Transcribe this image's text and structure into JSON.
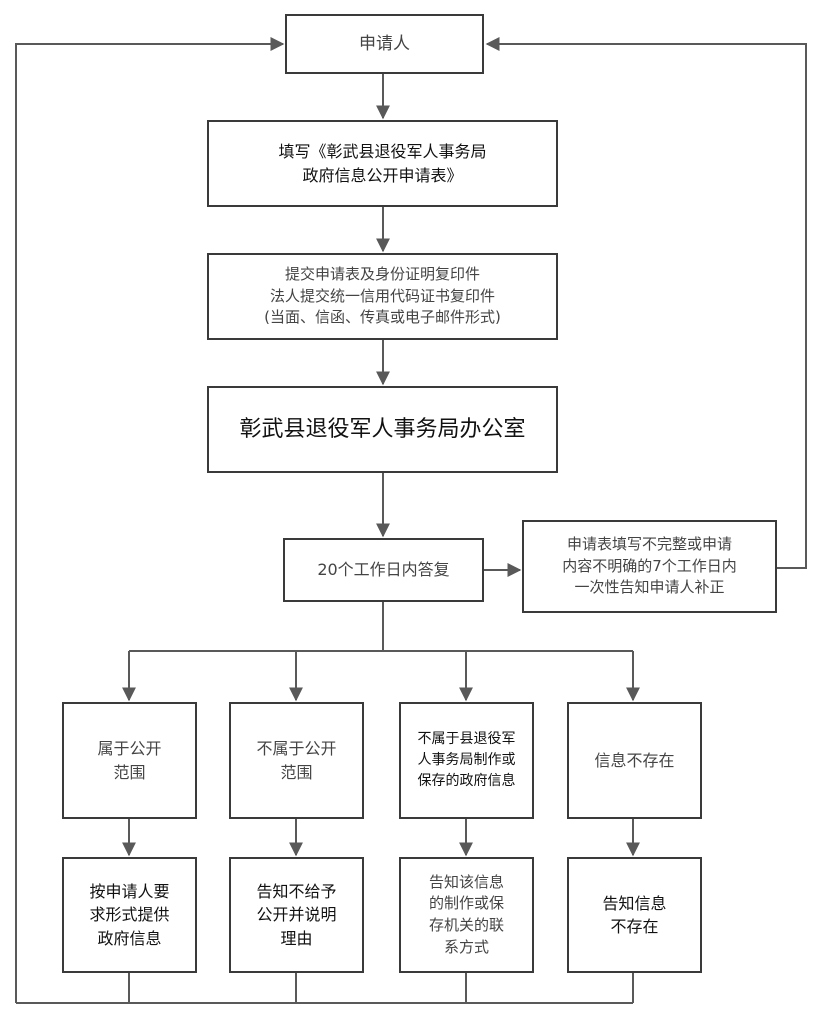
{
  "flow": {
    "applicant": "申请人",
    "fill_form": "填写《彰武县退役军人事务局\n政府信息公开申请表》",
    "submit_docs": "提交申请表及身份证明复印件\n法人提交统一信用代码证书复印件\n(当面、信函、传真或电子邮件形式)",
    "office": "彰武县退役军人事务局办公室",
    "reply": "20个工作日内答复",
    "incomplete": "申请表填写不完整或申请\n内容不明确的7个工作日内\n一次性告知申请人补正",
    "cases": [
      {
        "condition": "属于公开\n范围",
        "result": "按申请人要\n求形式提供\n政府信息"
      },
      {
        "condition": "不属于公开\n范围",
        "result": "告知不给予\n公开并说明\n理由"
      },
      {
        "condition": "不属于县退役军\n人事务局制作或\n保存的政府信息",
        "result": "告知该信息\n的制作或保\n存机关的联\n系方式"
      },
      {
        "condition": "信息不存在",
        "result": "告知信息\n不存在"
      }
    ]
  },
  "colors": {
    "line": "#595959",
    "border": "#3a3a3a",
    "text": "#2a2a2a"
  }
}
